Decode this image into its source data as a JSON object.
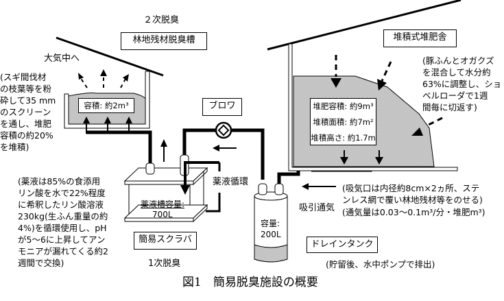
{
  "figure": {
    "caption": "図1　簡易脱臭施設の概要"
  },
  "forest_deodorizer": {
    "stage_label": "２次脱臭",
    "title": "林地残材脱臭槽",
    "capacity": "容積: 約2m³",
    "exhaust_label": "大気中へ",
    "note": "(スギ間伐材\nの枝葉等を粉\n砕して35 mm\nのスクリーン\nを通し、堆肥\n容積の約20%\nを堆積)"
  },
  "blower": {
    "label": "ブロワ"
  },
  "compost_shed": {
    "title": "堆積式堆肥舎",
    "volume": "堆肥容積: 約9m³",
    "area": "堆積面積: 約7m²",
    "height": "堆積高さ: 約1.7m",
    "note": "(豚ふんとオガクズ\nを混合して水分約\n63%に調整し、ショ\nベルローダで1週\n間毎に切返す)"
  },
  "scrubber": {
    "stage_label": "1次脱臭",
    "title": "簡易スクラバ",
    "tank_label": "薬液槽容量:",
    "tank_capacity": "700L",
    "circulation_label": "薬液循環",
    "note": "(薬液は85%の食添用\nリン酸を水で22%程度\nに希釈したリン酸溶液\n230kg(生ふん重量の約\n4%)を循環使用し、pH\nが5〜6に上昇してアン\nモニアが漏れてくる約2\n週間で交換)"
  },
  "drain_tank": {
    "title": "ドレインタンク",
    "capacity_label": "容量:",
    "capacity": "200L",
    "note": "(貯留後、水中ポンプで排出)"
  },
  "suction": {
    "label": "吸引通気",
    "note_inlet": "(吸気口は内径約8cm×2ヵ所、ステ\nンレス網で覆い林地残材等をのせる)",
    "note_flow": "(通気量は0.03〜0.1m³/分・堆肥m³)"
  }
}
